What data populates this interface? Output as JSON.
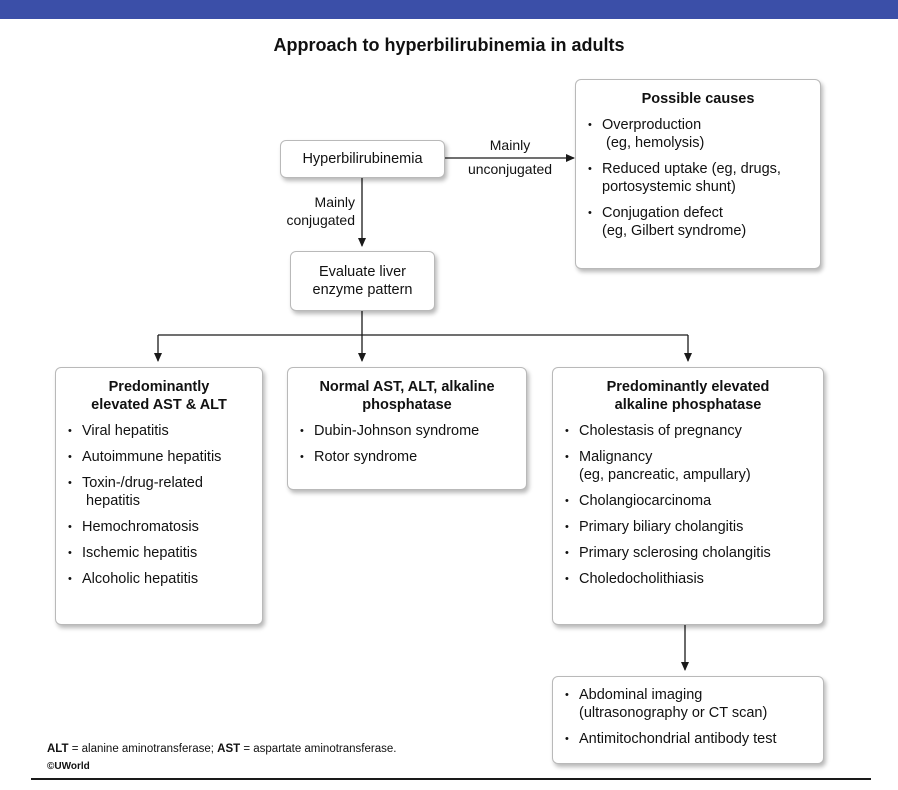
{
  "diagram": {
    "title": "Approach to hyperbilirubinemia in adults",
    "start_node": "Hyperbilirubinemia",
    "edge_unconjugated": [
      "Mainly",
      "unconjugated"
    ],
    "edge_conjugated": [
      "Mainly",
      "conjugated"
    ],
    "possible_causes": {
      "title": "Possible causes",
      "items": [
        [
          "Overproduction",
          "(eg, hemolysis)"
        ],
        [
          "Reduced uptake (eg, drugs,",
          "portosystemic shunt)"
        ],
        [
          "Conjugation defect",
          "(eg, Gilbert syndrome)"
        ]
      ]
    },
    "evaluate_node": [
      "Evaluate liver",
      "enzyme pattern"
    ],
    "branch_ast_alt": {
      "title": [
        "Predominantly",
        "elevated AST & ALT"
      ],
      "items": [
        [
          "Viral hepatitis"
        ],
        [
          "Autoimmune hepatitis"
        ],
        [
          "Toxin-/drug-related",
          "hepatitis"
        ],
        [
          "Hemochromatosis"
        ],
        [
          "Ischemic hepatitis"
        ],
        [
          "Alcoholic hepatitis"
        ]
      ]
    },
    "branch_normal": {
      "title": [
        "Normal AST, ALT, alkaline",
        "phosphatase"
      ],
      "items": [
        [
          "Dubin-Johnson syndrome"
        ],
        [
          "Rotor syndrome"
        ]
      ]
    },
    "branch_alk_phos": {
      "title": [
        "Predominantly elevated",
        "alkaline phosphatase"
      ],
      "items": [
        [
          "Cholestasis of pregnancy"
        ],
        [
          "Malignancy",
          "(eg, pancreatic, ampullary)"
        ],
        [
          "Cholangiocarcinoma"
        ],
        [
          "Primary biliary cholangitis"
        ],
        [
          "Primary sclerosing cholangitis"
        ],
        [
          "Choledocholithiasis"
        ]
      ]
    },
    "workup": {
      "items": [
        [
          "Abdominal imaging",
          "(ultrasonography or CT scan)"
        ],
        [
          "Antimitochondrial antibody test"
        ]
      ]
    }
  },
  "footnote": {
    "alt_abbr": "ALT",
    "alt_def": " = alanine aminotransferase; ",
    "ast_abbr": "AST",
    "ast_def": " = aspartate aminotransferase.",
    "copyright": "©UWorld"
  },
  "colors": {
    "top_bar": "#3b4fa8",
    "box_border": "#b9b9b9",
    "line": "#1a1a1a"
  }
}
